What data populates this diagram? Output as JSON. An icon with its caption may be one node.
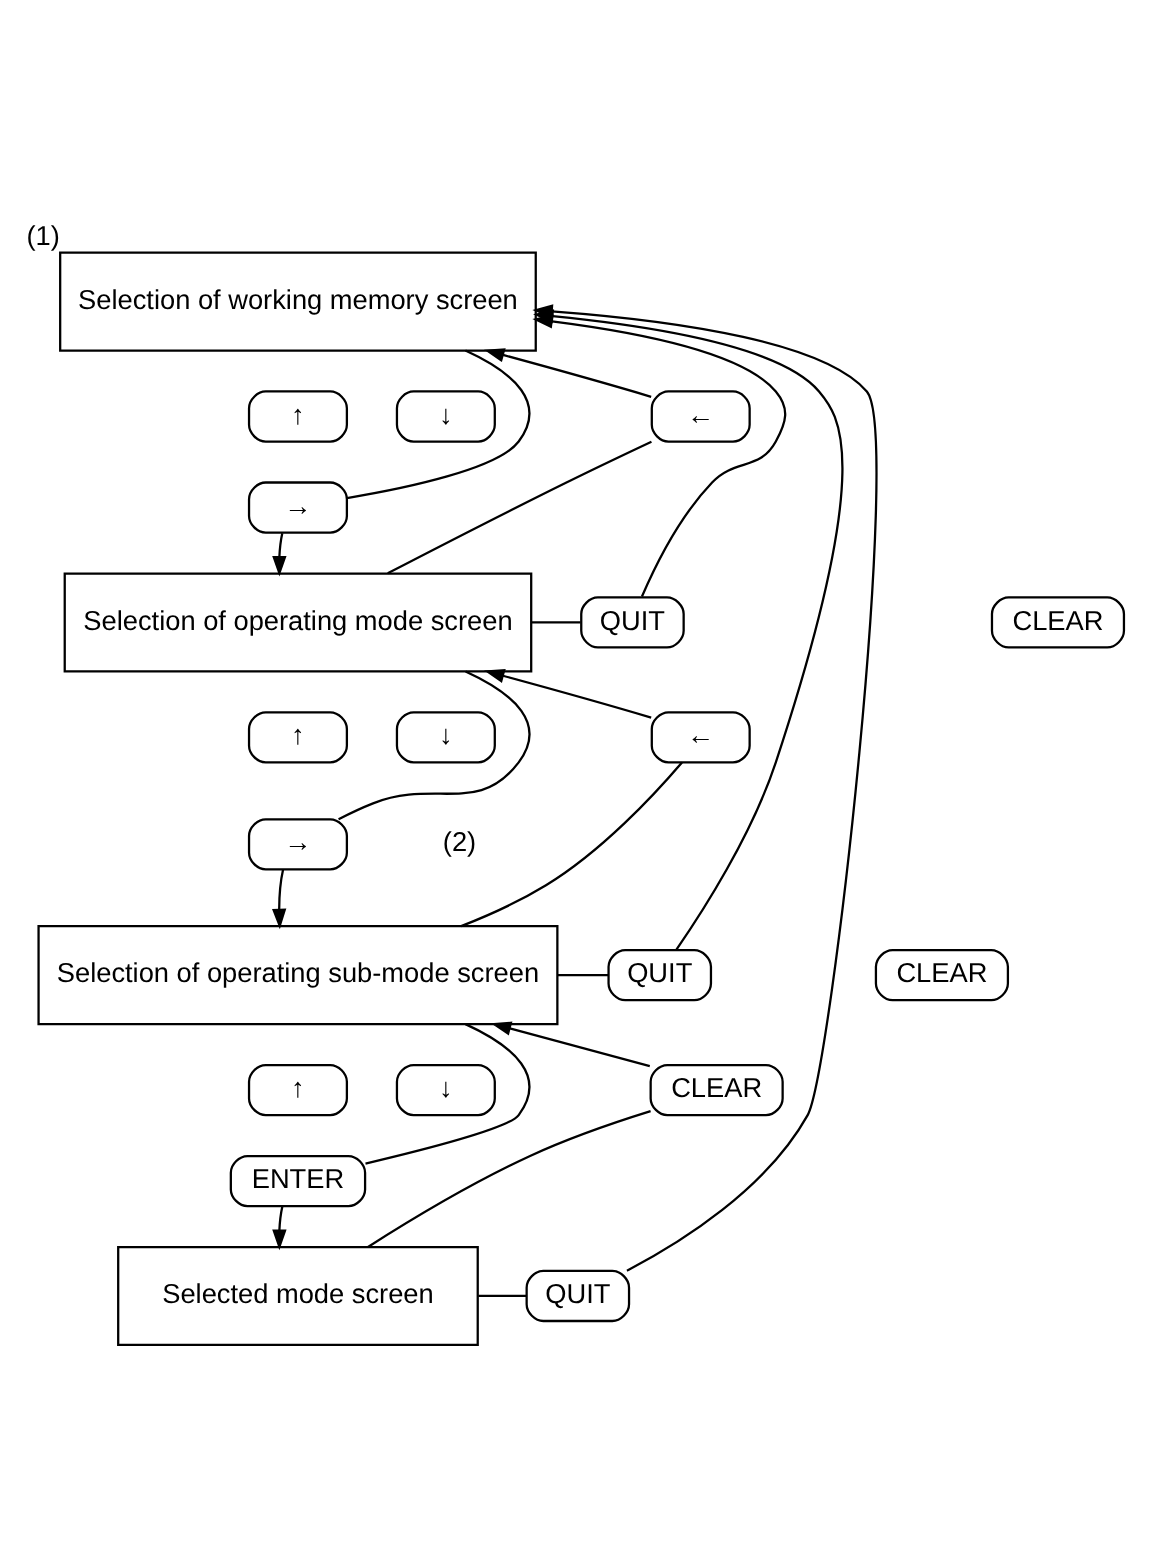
{
  "diagram": {
    "nodes": [
      {
        "text": [
          "Selection of working memory screen"
        ],
        "beside": [
          "(1)"
        ]
      },
      {
        "text": [
          "↑"
        ]
      },
      {
        "text": [
          "↓"
        ]
      },
      {
        "text": [
          "→"
        ]
      },
      {
        "text": [
          "←"
        ]
      },
      {
        "text": [
          "Selection of operating mode screen"
        ]
      },
      {
        "text": [
          "CLEAR"
        ]
      },
      {
        "text": [
          "QUIT"
        ]
      },
      {
        "text": [
          "↑"
        ]
      },
      {
        "text": [
          "↓"
        ]
      },
      {
        "text": [
          "→"
        ]
      },
      {
        "text": [
          "←"
        ]
      },
      {
        "text": [
          "Selection of operating sub-mode screen"
        ]
      },
      {
        "text": [
          "CLEAR"
        ]
      },
      {
        "text": [
          "QUIT"
        ]
      },
      {
        "text": [
          "↑"
        ]
      },
      {
        "text": [
          "↓"
        ]
      },
      {
        "text": [
          "ENTER"
        ]
      },
      {
        "text": [
          "CLEAR"
        ]
      },
      {
        "text": [
          "Selected mode screen"
        ]
      },
      {
        "text": [
          "QUIT"
        ]
      }
    ],
    "edges": [
      {
        "from": 0,
        "to": 3,
        "arrow": "none"
      },
      {
        "from": 3,
        "to": 5,
        "arrow": "to"
      },
      {
        "from": 5,
        "to": 4,
        "arrow": "none"
      },
      {
        "from": 4,
        "to": 0,
        "arrow": "to"
      },
      {
        "from": 5,
        "to": 7,
        "arrow": "none"
      },
      {
        "from": 7,
        "to": 0,
        "arrow": "to"
      },
      {
        "from": 5,
        "to": 10,
        "arrow": "none"
      },
      {
        "from": 10,
        "to": 12,
        "arrow": "to"
      },
      {
        "from": 12,
        "to": 11,
        "arrow": "none"
      },
      {
        "from": 11,
        "to": 5,
        "arrow": "to"
      },
      {
        "from": 12,
        "to": 14,
        "arrow": "none"
      },
      {
        "from": 14,
        "to": 0,
        "arrow": "to"
      },
      {
        "from": 12,
        "to": 17,
        "arrow": "none"
      },
      {
        "from": 17,
        "to": 19,
        "arrow": "to"
      },
      {
        "from": 19,
        "to": 18,
        "arrow": "none"
      },
      {
        "from": 18,
        "to": 12,
        "arrow": "to"
      },
      {
        "from": 19,
        "to": 20,
        "arrow": "none"
      },
      {
        "from": 20,
        "to": 0,
        "arrow": "to"
      }
    ],
    "labels": [
      "(2)"
    ]
  }
}
